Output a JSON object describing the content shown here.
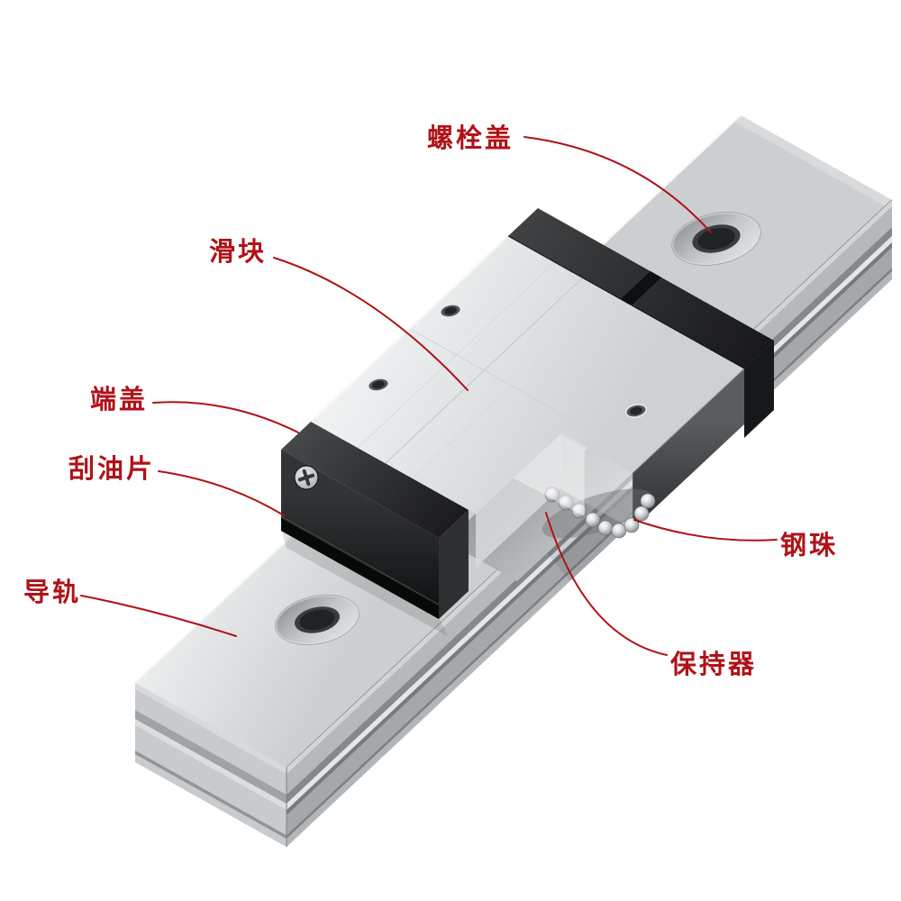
{
  "diagram": {
    "subject": "linear-guide-rail-assembly",
    "labels": [
      {
        "id": "bolt-cover",
        "text": "螺栓盖"
      },
      {
        "id": "slider-block",
        "text": "滑块"
      },
      {
        "id": "end-cap",
        "text": "端盖"
      },
      {
        "id": "oil-scraper",
        "text": "刮油片"
      },
      {
        "id": "guide-rail",
        "text": "导轨"
      },
      {
        "id": "steel-ball",
        "text": "钢珠"
      },
      {
        "id": "retainer",
        "text": "保持器"
      }
    ],
    "colors": {
      "label_text": "#b01218",
      "leader_line": "#b01218",
      "rail_metal": "#ccced0",
      "slider_metal": "#e2e4e6",
      "end_cap": "#1b1c1e",
      "steel_ball": "#c7cacc",
      "background": "#ffffff"
    }
  }
}
